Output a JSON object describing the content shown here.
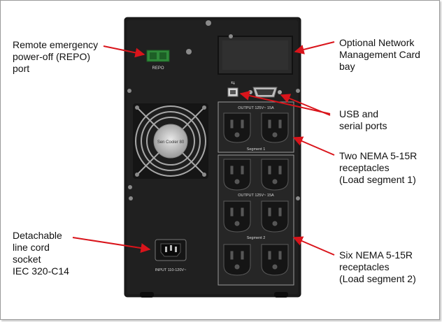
{
  "callouts": {
    "repo": "Remote emergency\npower-off (REPO)\nport",
    "line_cord": "Detachable\nline cord\nsocket\nIEC 320-C14",
    "network_card": "Optional Network\nManagement Card\nbay",
    "usb_serial": "USB and\nserial ports",
    "nema_two": "Two NEMA 5-15R\nreceptacles\n(Load segment 1)",
    "nema_six": "Six NEMA 5-15R\nreceptacles\n(Load segment 2)"
  },
  "unit_labels": {
    "repo": "REPO",
    "output_top": "OUTPUT 125V~ 15A",
    "segment1": "Segment 1",
    "output_mid": "OUTPUT 125V~ 15A",
    "segment2": "Segment 2",
    "input": "INPUT 110-120V~",
    "fan_brand": "Sen Cooler 80"
  },
  "colors": {
    "arrow": "#d9141b",
    "chassis": "#1a1a1a",
    "panel": "#242424"
  }
}
